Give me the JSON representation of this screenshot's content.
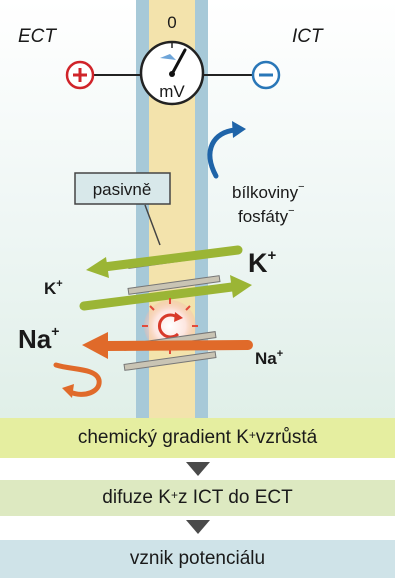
{
  "labels": {
    "ect": "ECT",
    "ict": "ICT",
    "zero": "0",
    "unit": "mV",
    "plus": "+",
    "minus": "−",
    "passive": "pasivně",
    "proteins": "bílkoviny",
    "phosphates": "fosfáty",
    "anion_sup": "−",
    "k": "K",
    "na": "Na",
    "cation_sup": "+"
  },
  "steps": [
    {
      "text_before": "chemický gradient K",
      "sup": "+",
      "text_after": " vzrůstá"
    },
    {
      "text_before": "difuze K",
      "sup": "+",
      "text_after": " z ICT do ECT"
    },
    {
      "text": "vznik potenciálu"
    }
  ],
  "colors": {
    "membrane_outer": "#a7c9d8",
    "membrane_inner": "#f3e3ac",
    "k_arrow": "#9bb535",
    "na_arrow": "#e06a2a",
    "curved_arrow": "#1f64a8",
    "step_bar_1": "#e5eea0",
    "step_bar_2": "#dde9c1",
    "step_bar_3": "#cfe3e8",
    "plus_electrode": "#d0242a",
    "minus_electrode": "#2a77b8"
  }
}
